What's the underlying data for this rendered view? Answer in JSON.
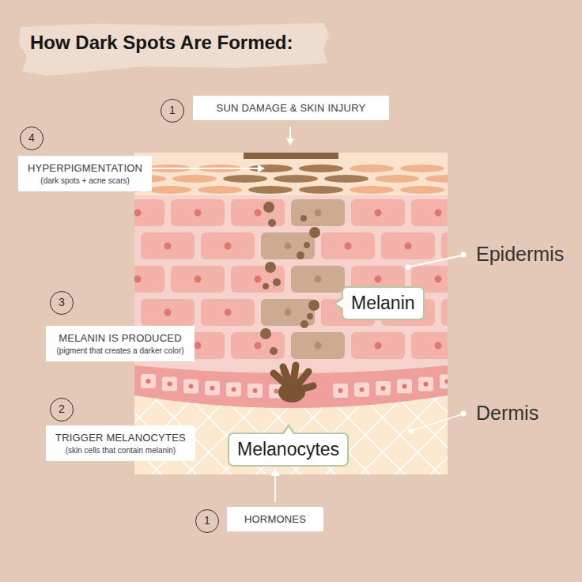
{
  "diagram": {
    "title": "How Dark Spots Are Formed:",
    "nodes": [
      {
        "text": [
          "1"
        ]
      },
      {
        "text": [
          "SUN DAMAGE & SKIN INJURY"
        ]
      },
      {
        "text": [
          "4"
        ]
      },
      {
        "text": [
          "HYPERPIGMENTATION",
          "(dark spots + acne scars)"
        ]
      },
      {
        "text": [
          "Melanin"
        ]
      },
      {
        "text": [
          "3"
        ]
      },
      {
        "text": [
          "MELANIN IS PRODUCED",
          "(pigment that creates a darker color)"
        ]
      },
      {
        "text": [
          "2"
        ]
      },
      {
        "text": [
          "TRIGGER MELANOCYTES",
          "(skin cells that contain melanin)"
        ]
      },
      {
        "text": [
          "Melanocytes"
        ]
      },
      {
        "text": [
          "1"
        ]
      },
      {
        "text": [
          "HORMONES"
        ]
      }
    ],
    "edges": [
      {
        "from": 11,
        "to": 9,
        "arrow": "to"
      }
    ],
    "labels": [
      "Epidermis",
      "Dermis"
    ]
  }
}
